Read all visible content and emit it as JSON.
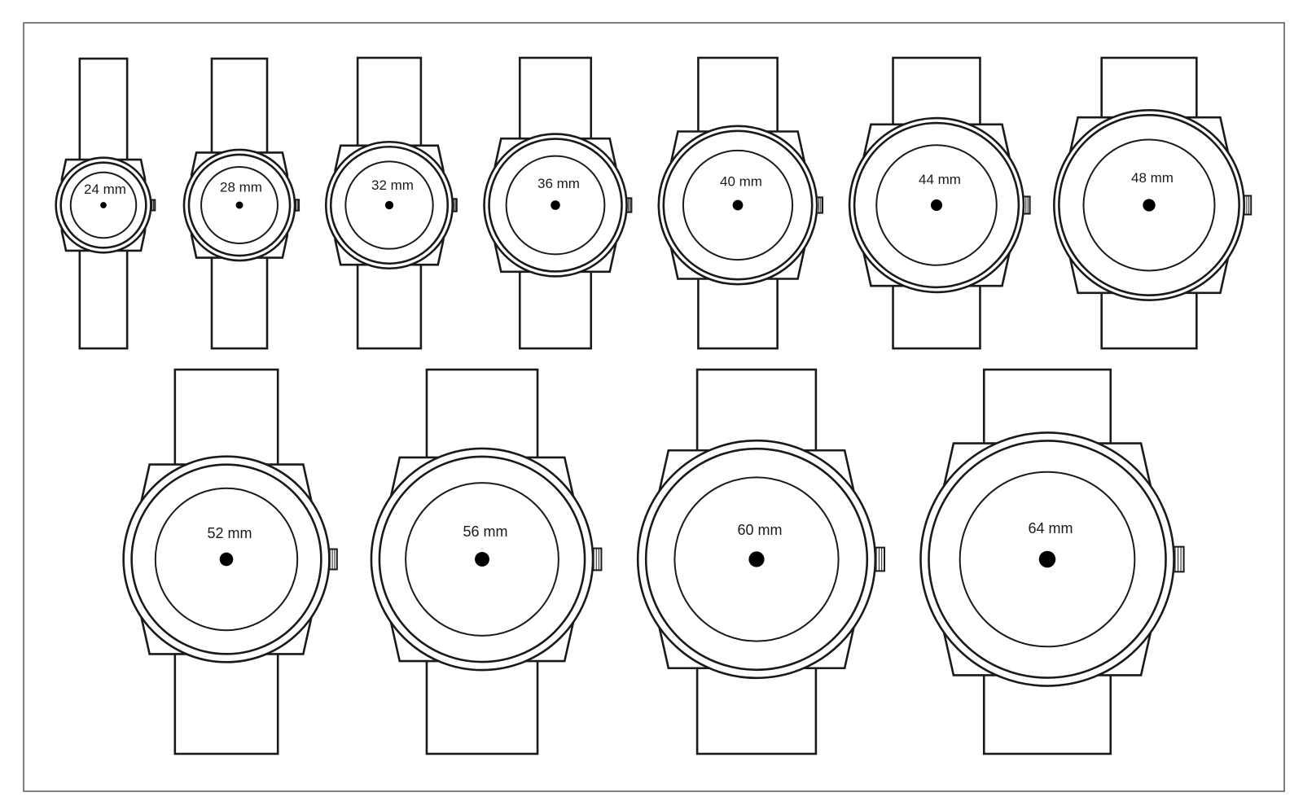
{
  "figure": {
    "item_kind": "watch",
    "unit": "mm",
    "watches": [
      {
        "size_mm": 24,
        "label": "24 mm"
      },
      {
        "size_mm": 28,
        "label": "28 mm"
      },
      {
        "size_mm": 32,
        "label": "32 mm"
      },
      {
        "size_mm": 36,
        "label": "36 mm"
      },
      {
        "size_mm": 40,
        "label": "40 mm"
      },
      {
        "size_mm": 44,
        "label": "44 mm"
      },
      {
        "size_mm": 48,
        "label": "48 mm"
      },
      {
        "size_mm": 52,
        "label": "52 mm"
      },
      {
        "size_mm": 56,
        "label": "56 mm"
      },
      {
        "size_mm": 60,
        "label": "60 mm"
      },
      {
        "size_mm": 64,
        "label": "64 mm"
      }
    ],
    "colors": {
      "line": "#1a1a1a",
      "frame": "#555555",
      "background": "#ffffff"
    }
  }
}
